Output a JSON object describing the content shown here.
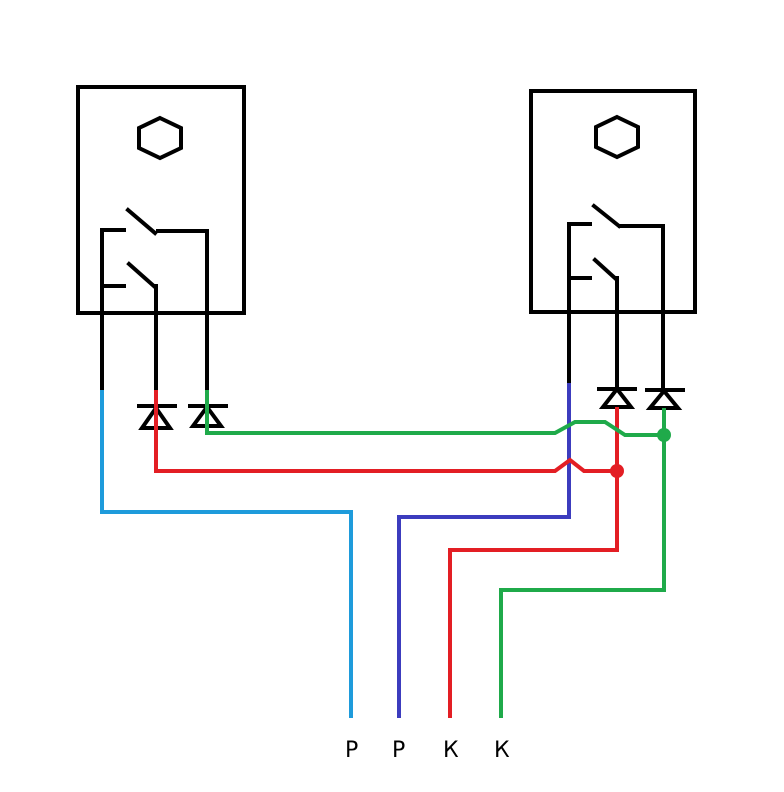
{
  "colors": {
    "black": "#000000",
    "light_blue": "#1e9bdb",
    "dark_blue": "#3c3cbe",
    "red": "#e31e24",
    "green": "#1faa4a"
  },
  "devices": [
    {
      "name": "switch-left",
      "icon": "hexagon-icon"
    },
    {
      "name": "switch-right",
      "icon": "hexagon-icon"
    }
  ],
  "terminals": [
    {
      "label": "Р",
      "wire": "light_blue"
    },
    {
      "label": "Р",
      "wire": "dark_blue"
    },
    {
      "label": "К",
      "wire": "red"
    },
    {
      "label": "К",
      "wire": "green"
    }
  ]
}
